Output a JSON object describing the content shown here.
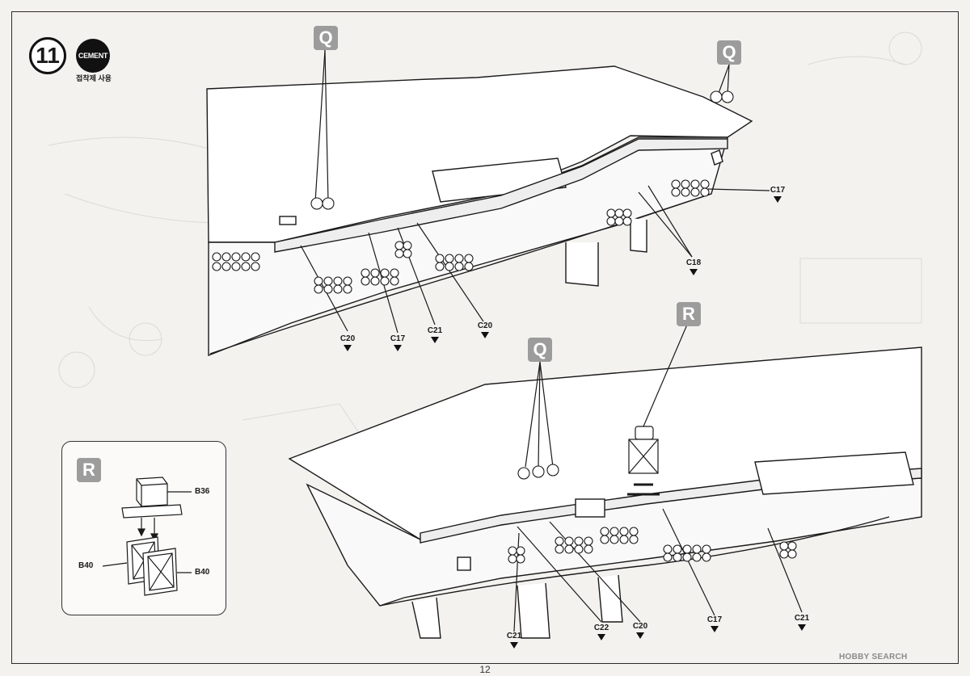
{
  "header": {
    "step_number": "11",
    "cement_label": "CEMENT",
    "cement_note": "접착제 사용"
  },
  "sub_assembly_tags": {
    "q_top_left": "Q",
    "q_top_right": "Q",
    "r_main": "R",
    "q_lower": "Q",
    "r_inset": "R"
  },
  "upper_callouts": [
    {
      "part": "C17",
      "pos": "upper-right"
    },
    {
      "part": "C18",
      "pos": "upper-mid-right"
    },
    {
      "part": "C20",
      "pos": "upper-left-1"
    },
    {
      "part": "C17",
      "pos": "upper-left-2"
    },
    {
      "part": "C21",
      "pos": "upper-left-3"
    },
    {
      "part": "C20",
      "pos": "upper-left-4"
    }
  ],
  "lower_callouts": [
    {
      "part": "C21",
      "pos": "lower-1"
    },
    {
      "part": "C22",
      "pos": "lower-2"
    },
    {
      "part": "C20",
      "pos": "lower-3"
    },
    {
      "part": "C17",
      "pos": "lower-4"
    },
    {
      "part": "C21",
      "pos": "lower-5"
    }
  ],
  "inset": {
    "tag": "R",
    "parts": [
      "B36",
      "B40",
      "B40"
    ]
  },
  "footer": {
    "page_number": "12",
    "watermark": "HOBBY SEARCH"
  },
  "colors": {
    "line": "#1a1a1a",
    "ghost": "#d8d6d2",
    "tag_bg": "#9c9c9c",
    "paper": "#f4f2ef"
  }
}
